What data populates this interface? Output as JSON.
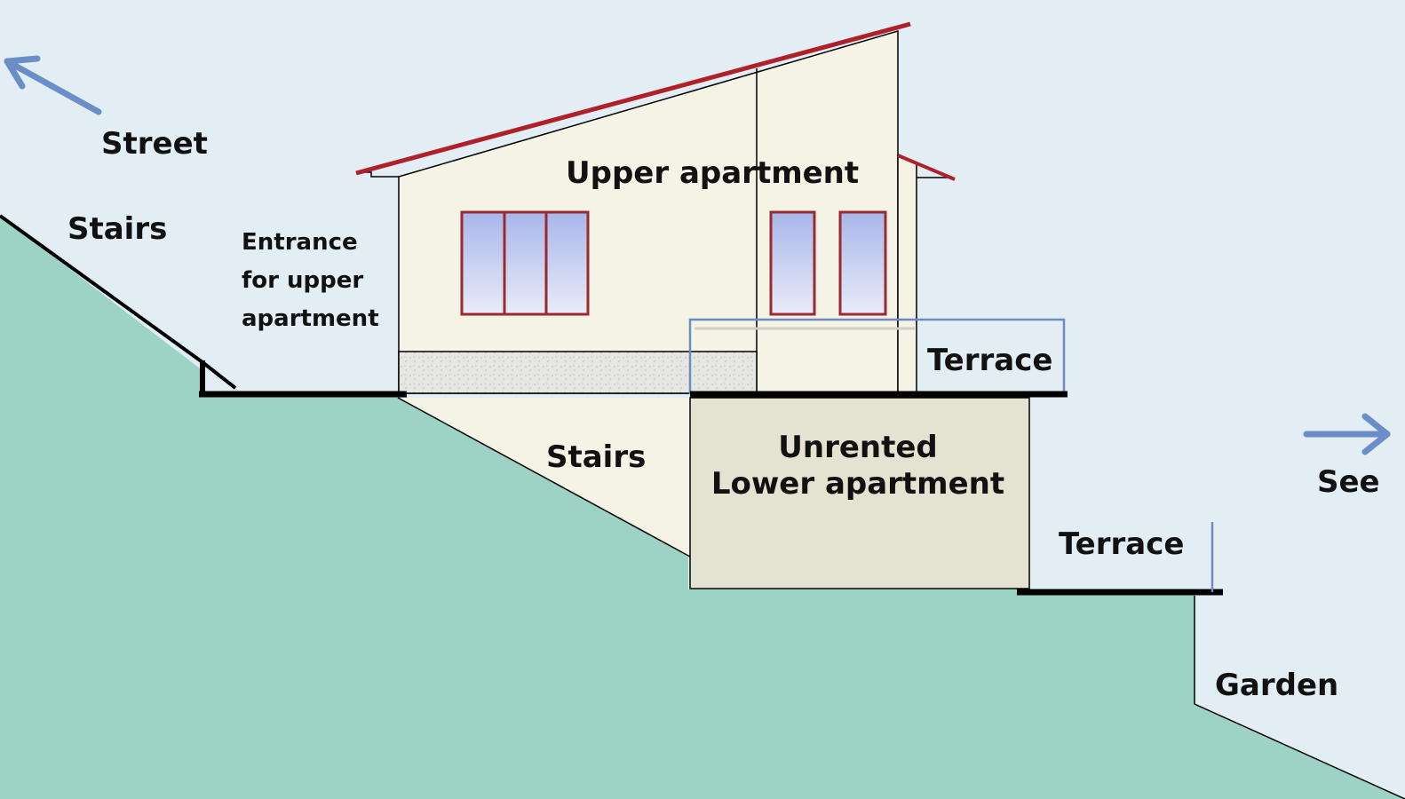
{
  "labels": {
    "street": "Street",
    "stairs_top": "Stairs",
    "entrance": [
      "Entrance",
      "for upper",
      "apartment"
    ],
    "upper_apartment": "Upper apartment",
    "terrace_upper": "Terrace",
    "stairs_lower": "Stairs",
    "lower_apartment": [
      "Unrented",
      "Lower apartment"
    ],
    "see": "See",
    "terrace_lower": "Terrace",
    "garden": "Garden"
  },
  "colors": {
    "sky": "#e2eef3",
    "ground": "#9dd3c5",
    "house_wall": "#f5f2e6",
    "lower_apartment": "#e4e2d0",
    "roof": "#b0202a",
    "window_frame": "#9b2a30",
    "arrow": "#6b8ec8",
    "terrace_outline": "#6f8cc0"
  },
  "icons": [
    "arrow-up-left-icon",
    "arrow-right-icon"
  ]
}
